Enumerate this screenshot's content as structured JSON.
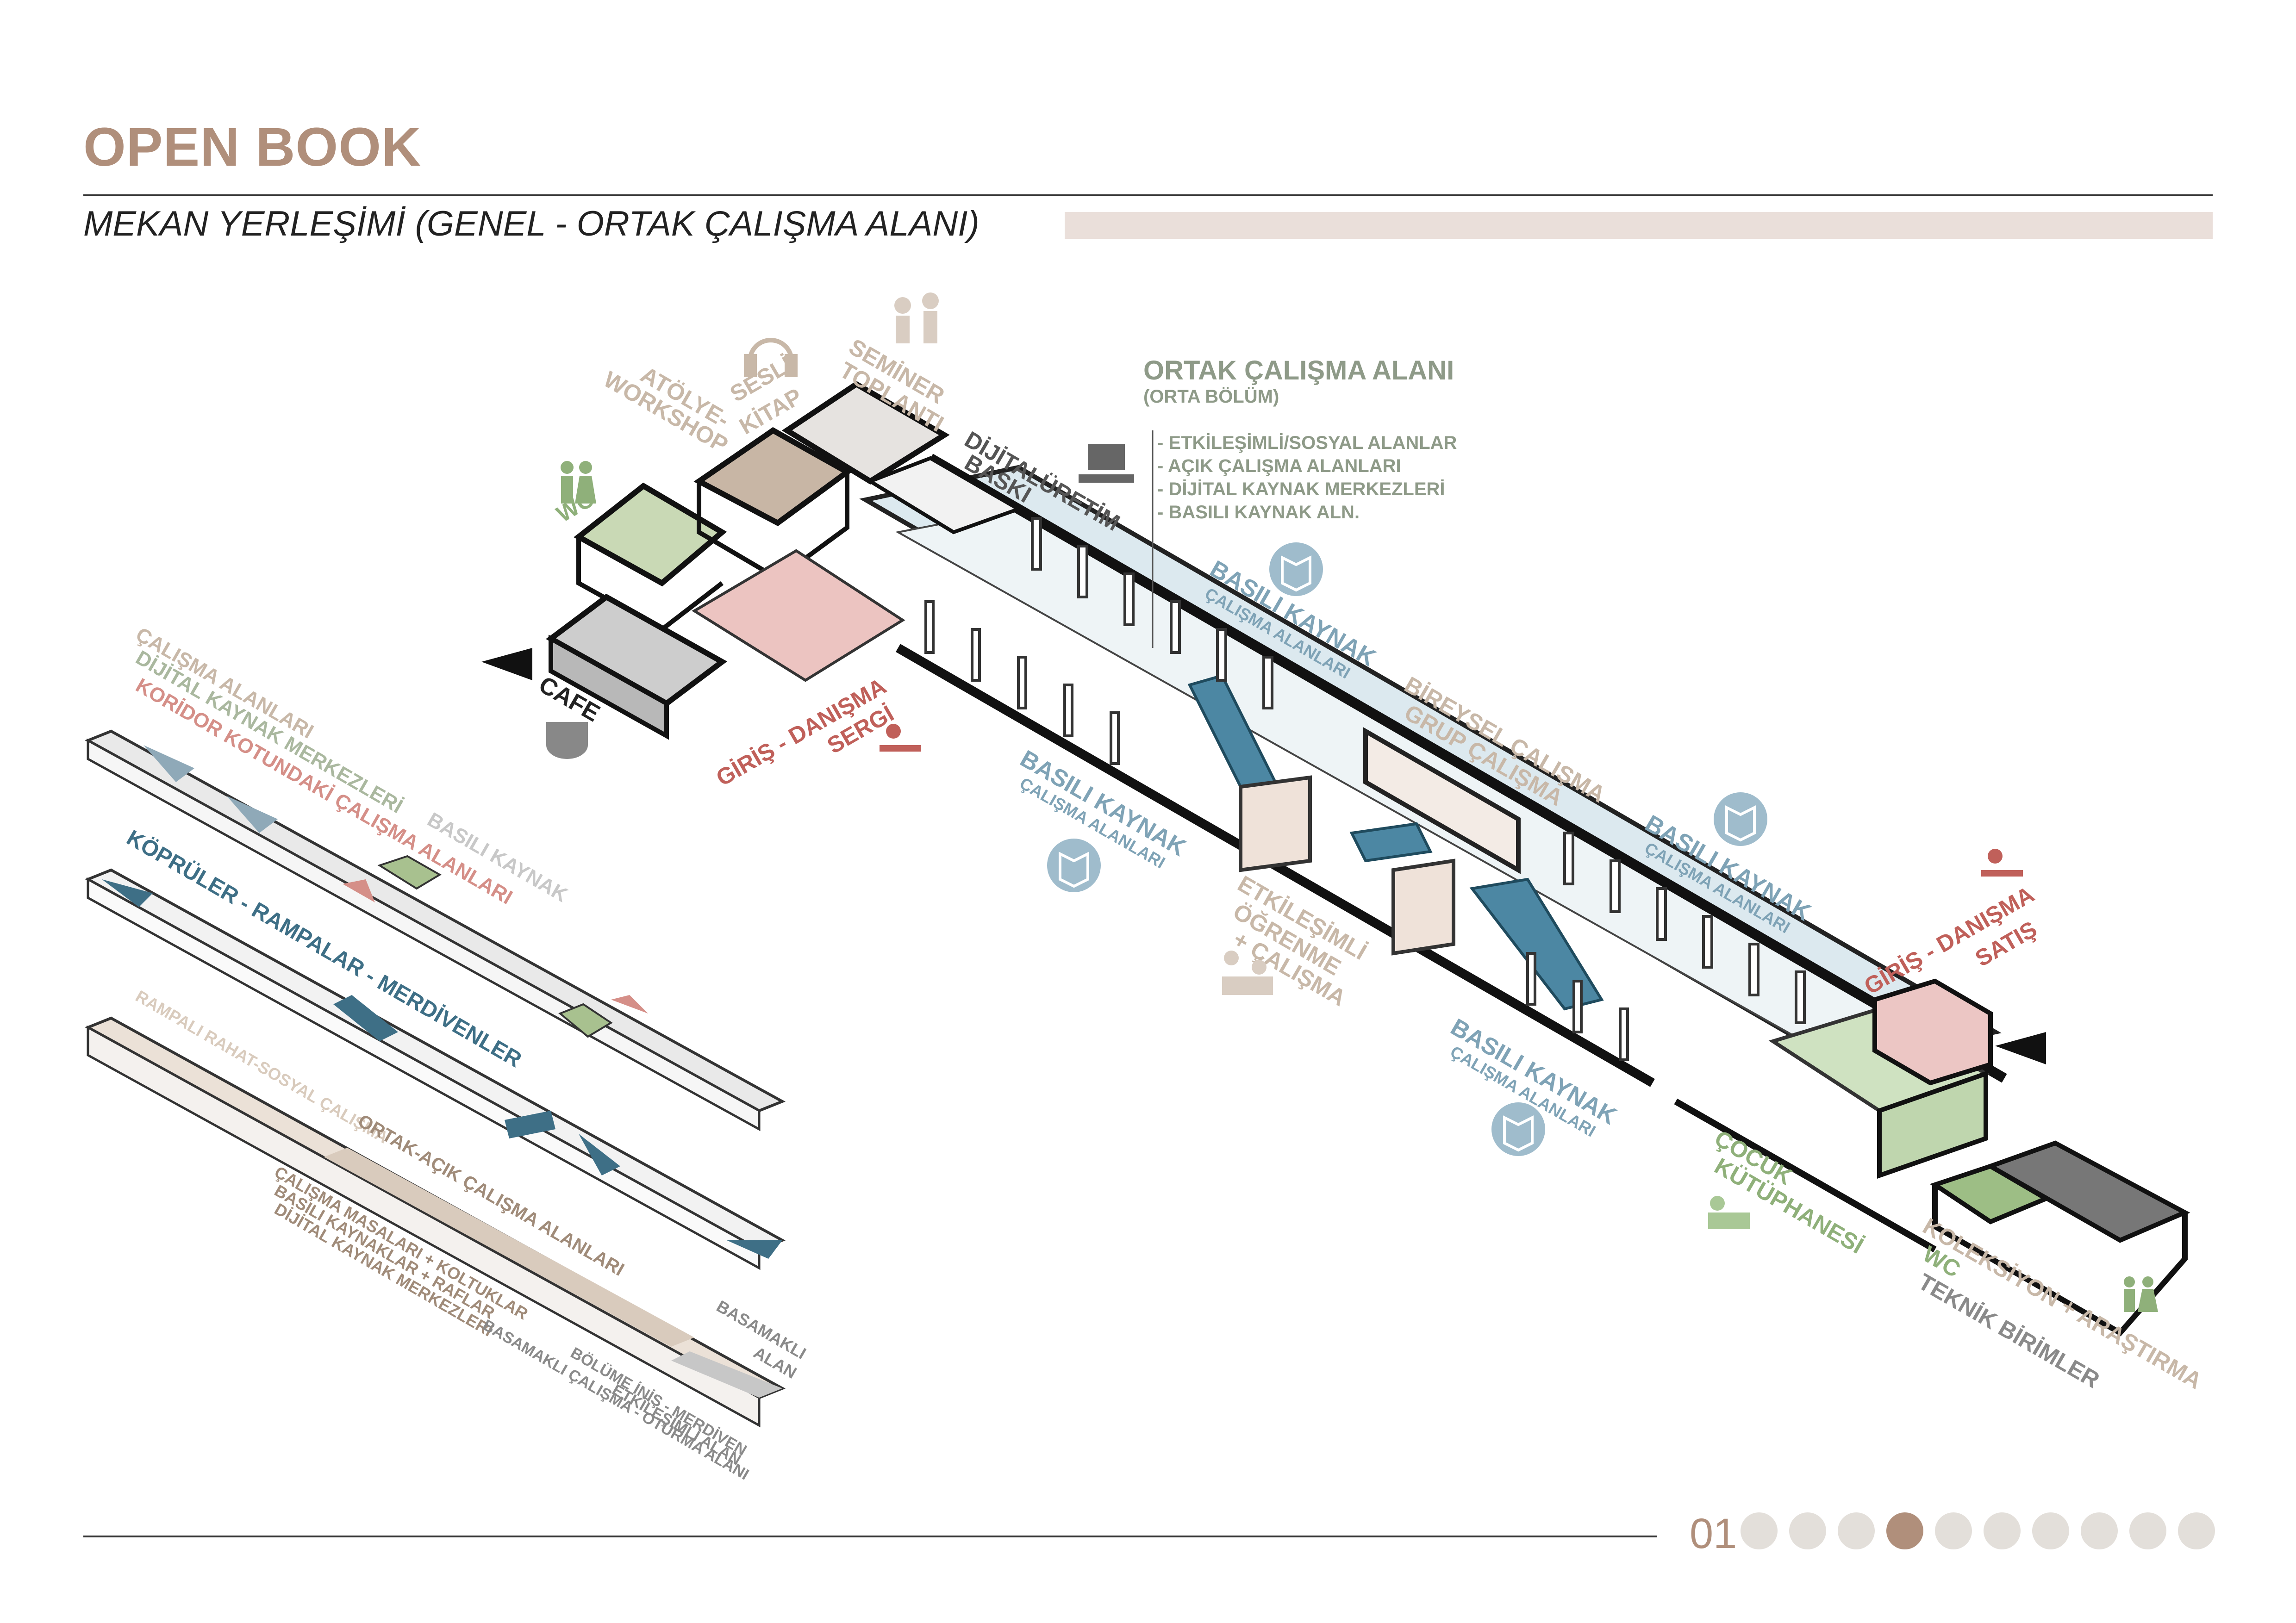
{
  "header": {
    "title": "OPEN BOOK",
    "subtitle": "MEKAN YERLEŞİMİ (GENEL - ORTAK ÇALIŞMA ALANI)"
  },
  "footer": {
    "page_number": "01",
    "pagination": {
      "total": 10,
      "active": 4
    }
  },
  "colors": {
    "accent_brown": "#b08f7b",
    "green": "#8fb07a",
    "blue_label": "#5b88a0",
    "blue_fill": "#c9dde6",
    "bridge": "#3e6f86",
    "red_label": "#c0605a",
    "pink_fill": "#e8c1bf",
    "tan_label": "#c8b8a8",
    "grey_label": "#8a8a8a",
    "sage_label": "#8e9a88"
  },
  "diagram": {
    "ortak": {
      "title": "ORTAK ÇALIŞMA ALANI",
      "sub": "(ORTA BÖLÜM)",
      "items": [
        "- ETKİLEŞİMLİ/SOSYAL ALANLAR",
        "- AÇIK ÇALIŞMA ALANLARI",
        "- DİJİTAL KAYNAK MERKEZLERİ",
        "- BASILI KAYNAK ALN."
      ]
    },
    "labels": {
      "atolye": "ATÖLYE-",
      "workshop": "WORKSHOP",
      "sesli": "SESLİ",
      "kitap": "KİTAP",
      "seminer": "SEMİNER",
      "toplanti": "TOPLANTI",
      "wc": "WC",
      "dijital_uretim": "DİJİTALÜRETİM",
      "baski": "BASKI",
      "cafe": "CAFE",
      "giris_sergi_1": "GİRİŞ - DANIŞMA",
      "giris_sergi_2": "SERGİ",
      "basili_1": "BASILI KAYNAK",
      "basili_1_sub": "ÇALIŞMA ALANLARI",
      "basili_2": "BASILI KAYNAK",
      "basili_2_sub": "ÇALIŞMA ALANLARI",
      "basili_3": "BASILI KAYNAK",
      "basili_3_sub": "ÇALIŞMA ALANLARI",
      "basili_4": "BASILI KAYNAK",
      "basili_4_sub": "ÇALIŞMA ALANLARI",
      "bireysel": "BİREYSEL ÇALIŞMA",
      "grup": "GRUP ÇALIŞMA",
      "etkilesimli_1": "ETKİLEŞİMLİ",
      "etkilesimli_2": "ÖĞRENME",
      "etkilesimli_3": "+ ÇALIŞMA",
      "giris_satis_1": "GİRİŞ - DANIŞMA",
      "giris_satis_2": "SATIŞ",
      "cocuk_1": "ÇOCUK",
      "cocuk_2": "KÜTÜPHANESİ",
      "koleksiyon": "KOLEKSİYON + ARAŞTIRMA",
      "wc_2": "WC",
      "teknik": "TEKNİK BİRİMLER"
    },
    "layers": {
      "calisma_alanlari": "ÇALIŞMA ALANLARI",
      "dijital_merkez": "DİJİTAL KAYNAK MERKEZLERİ",
      "basili_kaynak": "BASILI KAYNAK",
      "koridor": "KORİDOR KOTUNDAKİ ÇALIŞMA ALANLARI",
      "kopruler": "KÖPRÜLER - RAMPALAR - MERDİVENLER",
      "rampali": "RAMPALI RAHAT-SOSYAL ÇALIŞMA",
      "ortak_acik": "ORTAK-AÇIK ÇALIŞMA ALANLARI",
      "masalar_1": "ÇALIŞMA MASALARI + KOLTUKLAR",
      "masalar_2": "BASILI KAYNAKLAR + RAFLAR",
      "masalar_3": "DİJİTAL KAYNAK MERKEZLERİ",
      "basamakli_1": "BASAMAKLI",
      "basamakli_2": "ALAN",
      "bolume_1": "BÖLÜME İNİŞ - MERDİVEN",
      "bolume_2": "BASAMAKLI ÇALIŞMA - OTURMA ALANI",
      "bolume_3": "ETKİLEŞİMLİ ALAN"
    }
  }
}
